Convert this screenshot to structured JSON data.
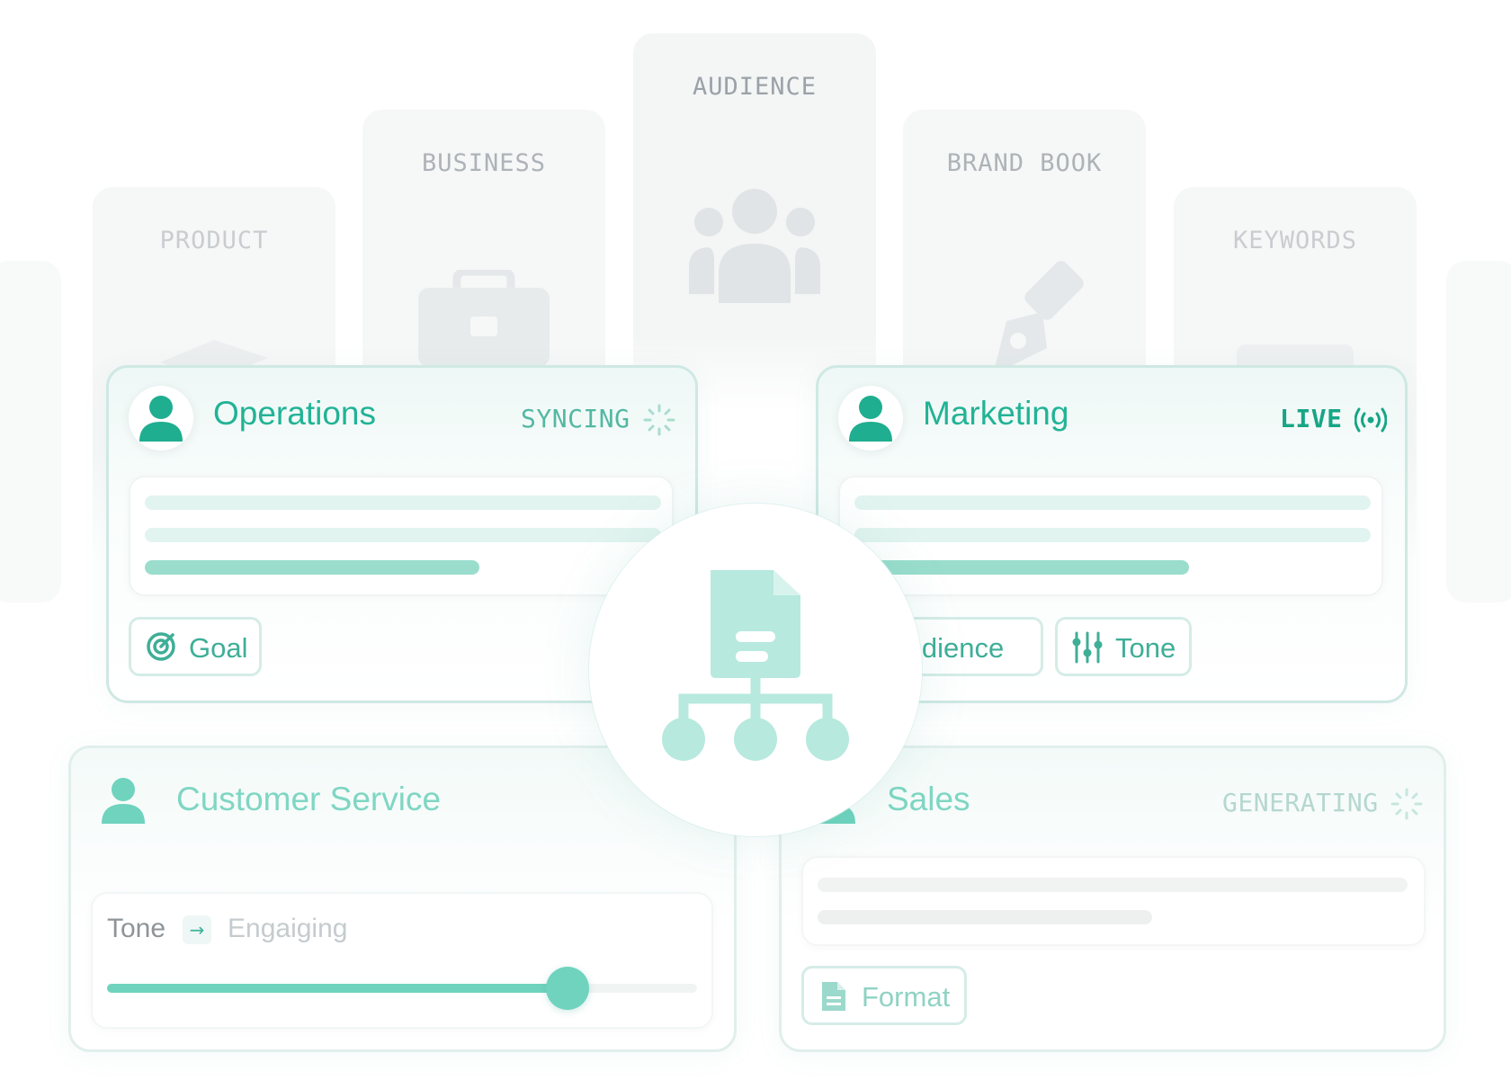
{
  "categories": [
    {
      "label": "PRODUCT",
      "icon": "box-icon"
    },
    {
      "label": "BUSINESS",
      "icon": "briefcase-icon"
    },
    {
      "label": "AUDIENCE",
      "icon": "people-icon"
    },
    {
      "label": "BRAND BOOK",
      "icon": "pen-nib-icon"
    },
    {
      "label": "KEYWORDS",
      "icon": "tag-icon"
    }
  ],
  "workspaces": {
    "operations": {
      "title": "Operations",
      "status": "SYNCING",
      "status_icon": "spinner-icon",
      "chips": [
        {
          "label": "Goal",
          "icon": "target-icon"
        }
      ]
    },
    "marketing": {
      "title": "Marketing",
      "status": "LIVE",
      "status_icon": "broadcast-icon",
      "chips": [
        {
          "label": "Audience",
          "icon": "people-icon"
        },
        {
          "label": "Tone",
          "icon": "sliders-icon"
        }
      ]
    },
    "customer_service": {
      "title": "Customer Service",
      "tone_label": "Tone",
      "tone_value": "Engaiging",
      "tone_level": 0.78
    },
    "sales": {
      "title": "Sales",
      "status": "GENERATING",
      "status_icon": "spinner-icon",
      "chips": [
        {
          "label": "Format",
          "icon": "document-icon"
        }
      ]
    }
  },
  "hub": {
    "icon": "document-hierarchy-icon"
  },
  "colors": {
    "accent": "#22b396",
    "accent_light": "#7fd6c3",
    "bar": "#e2f4f0",
    "bar_strong": "#8fd9c8",
    "knob": "#6fd3be"
  }
}
